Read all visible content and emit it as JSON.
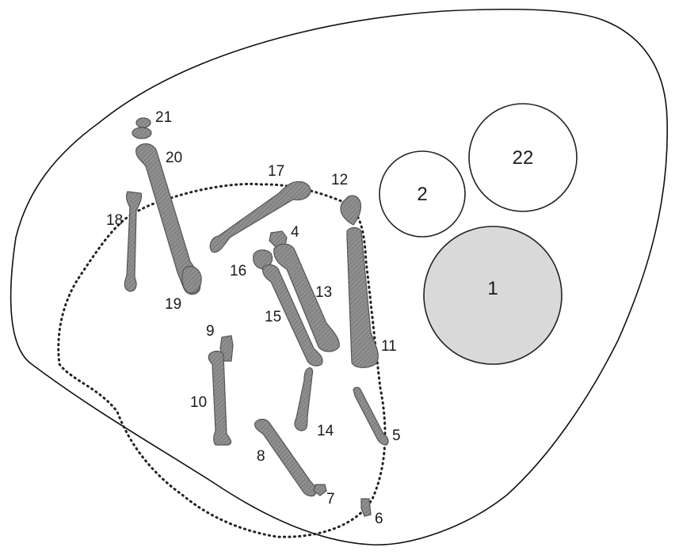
{
  "colors": {
    "bone_fill": "#8f8f8f",
    "bone_hatch": "#6f6f6f",
    "circle_empty": "#ffffff",
    "circle_filled": "#d9d9d9",
    "line": "#111111"
  },
  "bones": [
    {
      "id": "bone-1",
      "label": "21"
    },
    {
      "id": "bone-2",
      "label": "20"
    },
    {
      "id": "bone-3",
      "label": "19"
    },
    {
      "id": "bone-4",
      "label": "18"
    },
    {
      "id": "bone-5",
      "label": "17"
    },
    {
      "id": "bone-6",
      "label": "12"
    },
    {
      "id": "bone-7",
      "label": "4"
    },
    {
      "id": "bone-8",
      "label": "16"
    },
    {
      "id": "bone-9",
      "label": "13"
    },
    {
      "id": "bone-10",
      "label": "15"
    },
    {
      "id": "bone-11",
      "label": "11"
    },
    {
      "id": "bone-12",
      "label": "9"
    },
    {
      "id": "bone-13",
      "label": "10"
    },
    {
      "id": "bone-14",
      "label": "14"
    },
    {
      "id": "bone-15",
      "label": "5"
    },
    {
      "id": "bone-16",
      "label": "8"
    },
    {
      "id": "bone-17",
      "label": "7"
    },
    {
      "id": "bone-18",
      "label": "6"
    }
  ],
  "circles": [
    {
      "label": "22",
      "filled": false
    },
    {
      "label": "2",
      "filled": false
    },
    {
      "label": "1",
      "filled": true
    }
  ]
}
